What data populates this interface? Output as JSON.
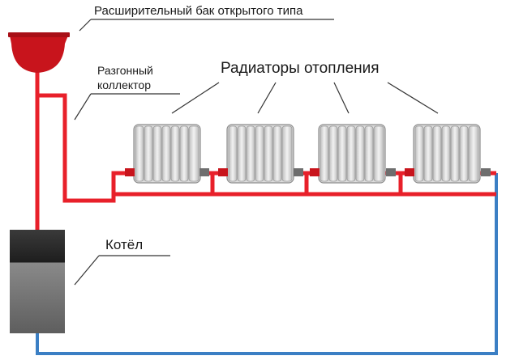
{
  "labels": {
    "expansion_tank": "Расширительный бак открытого типа",
    "riser_line1": "Разгонный",
    "riser_line2": "коллектор",
    "radiators": "Радиаторы отопления",
    "boiler": "Котёл"
  },
  "colors": {
    "supply_pipe": "#e8202a",
    "return_pipe": "#3b7fc4",
    "tank": "#c8141c",
    "radiator_body": "#dcdcdc",
    "radiator_edge": "#8c8c8c",
    "boiler_top": "#2a2a2a",
    "boiler_bottom": "#7a7a7a",
    "leader_line": "#333333",
    "valve_red": "#c8141c",
    "valve_grey": "#6e6e6e"
  },
  "radiator_count": 4,
  "radiator_sections": 7
}
